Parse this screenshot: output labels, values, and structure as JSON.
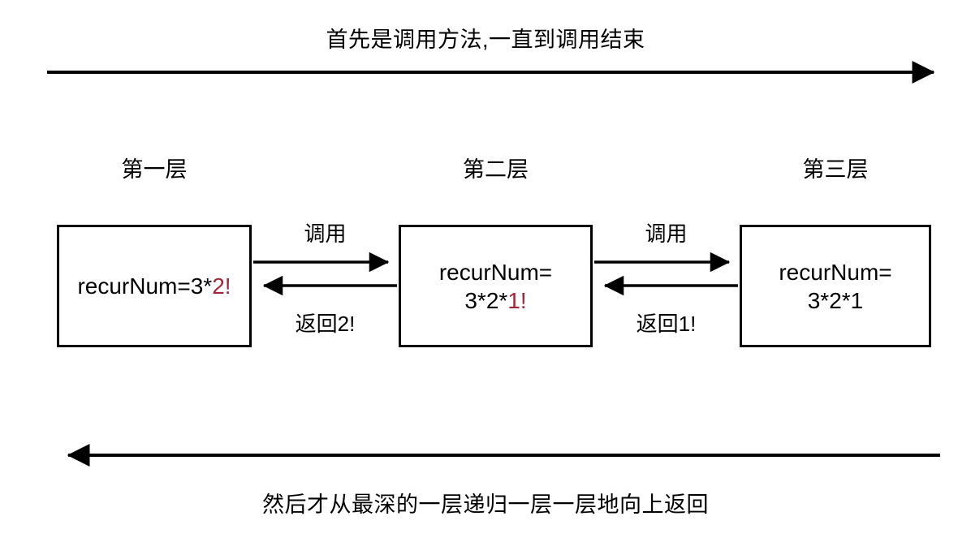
{
  "diagram": {
    "title_top": "首先是调用方法,一直到调用结束",
    "title_bottom": "然后才从最深的一层递归一层一层地向上返回",
    "colors": {
      "stroke": "#000000",
      "background": "#ffffff",
      "highlight": "#A32638"
    },
    "layers": [
      {
        "label": "第一层"
      },
      {
        "label": "第二层"
      },
      {
        "label": "第三层"
      }
    ],
    "boxes": [
      {
        "name": "recursion-frame-1",
        "line1_black": "recurNum=3*",
        "line1_red": "2!",
        "line2_black": "",
        "line2_red": ""
      },
      {
        "name": "recursion-frame-2",
        "line1_black": "recurNum=",
        "line1_red": "",
        "line2_black": "3*2*",
        "line2_red": "1!"
      },
      {
        "name": "recursion-frame-3",
        "line1_black": "recurNum=",
        "line1_red": "",
        "line2_black": "3*2*1",
        "line2_red": ""
      }
    ],
    "edges": [
      {
        "name": "call-1-to-2",
        "label": "调用"
      },
      {
        "name": "return-2-to-1",
        "label": "返回2!"
      },
      {
        "name": "call-2-to-3",
        "label": "调用"
      },
      {
        "name": "return-3-to-2",
        "label": "返回1!"
      }
    ]
  }
}
